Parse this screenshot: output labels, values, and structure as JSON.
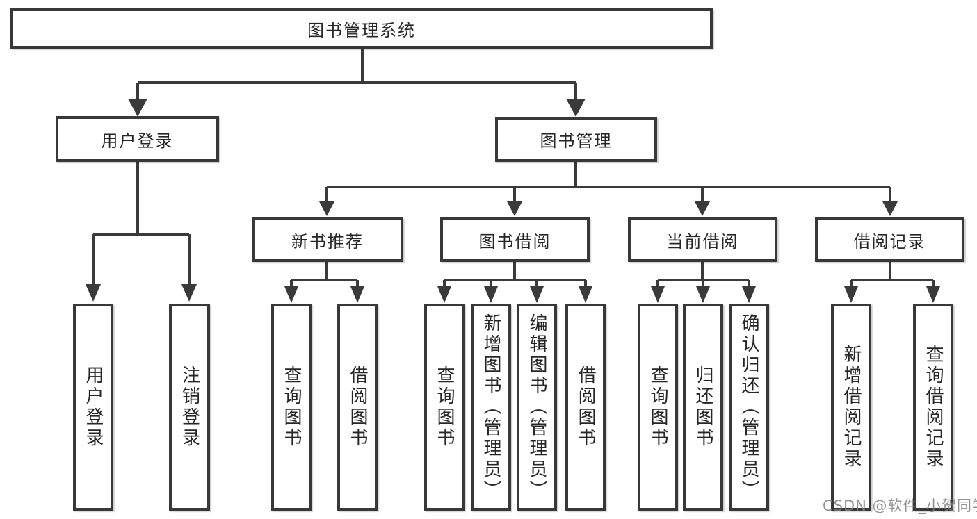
{
  "tree": {
    "label": "图书管理系统",
    "children": [
      {
        "label": "用户登录",
        "children": [
          {
            "label": "用户登录"
          },
          {
            "label": "注销登录"
          }
        ]
      },
      {
        "label": "图书管理",
        "children": [
          {
            "label": "新书推荐",
            "children": [
              {
                "label": "查询图书"
              },
              {
                "label": "借阅图书"
              }
            ]
          },
          {
            "label": "图书借阅",
            "children": [
              {
                "label": "查询图书"
              },
              {
                "label": "新增图书（管理员）"
              },
              {
                "label": "编辑图书（管理员）"
              },
              {
                "label": "借阅图书"
              }
            ]
          },
          {
            "label": "当前借阅",
            "children": [
              {
                "label": "查询图书"
              },
              {
                "label": "归还图书"
              },
              {
                "label": "确认归还（管理员）"
              }
            ]
          },
          {
            "label": "借阅记录",
            "children": [
              {
                "label": "新增借阅记录"
              },
              {
                "label": "查询借阅记录"
              }
            ]
          }
        ]
      }
    ]
  },
  "watermark": {
    "text": "CSDN @软件_小贺同学"
  },
  "colors": {
    "background": "#ffffff",
    "line": "#3a3a3a",
    "box_border": "#383838",
    "text": "#262626",
    "watermark": "#808080"
  }
}
